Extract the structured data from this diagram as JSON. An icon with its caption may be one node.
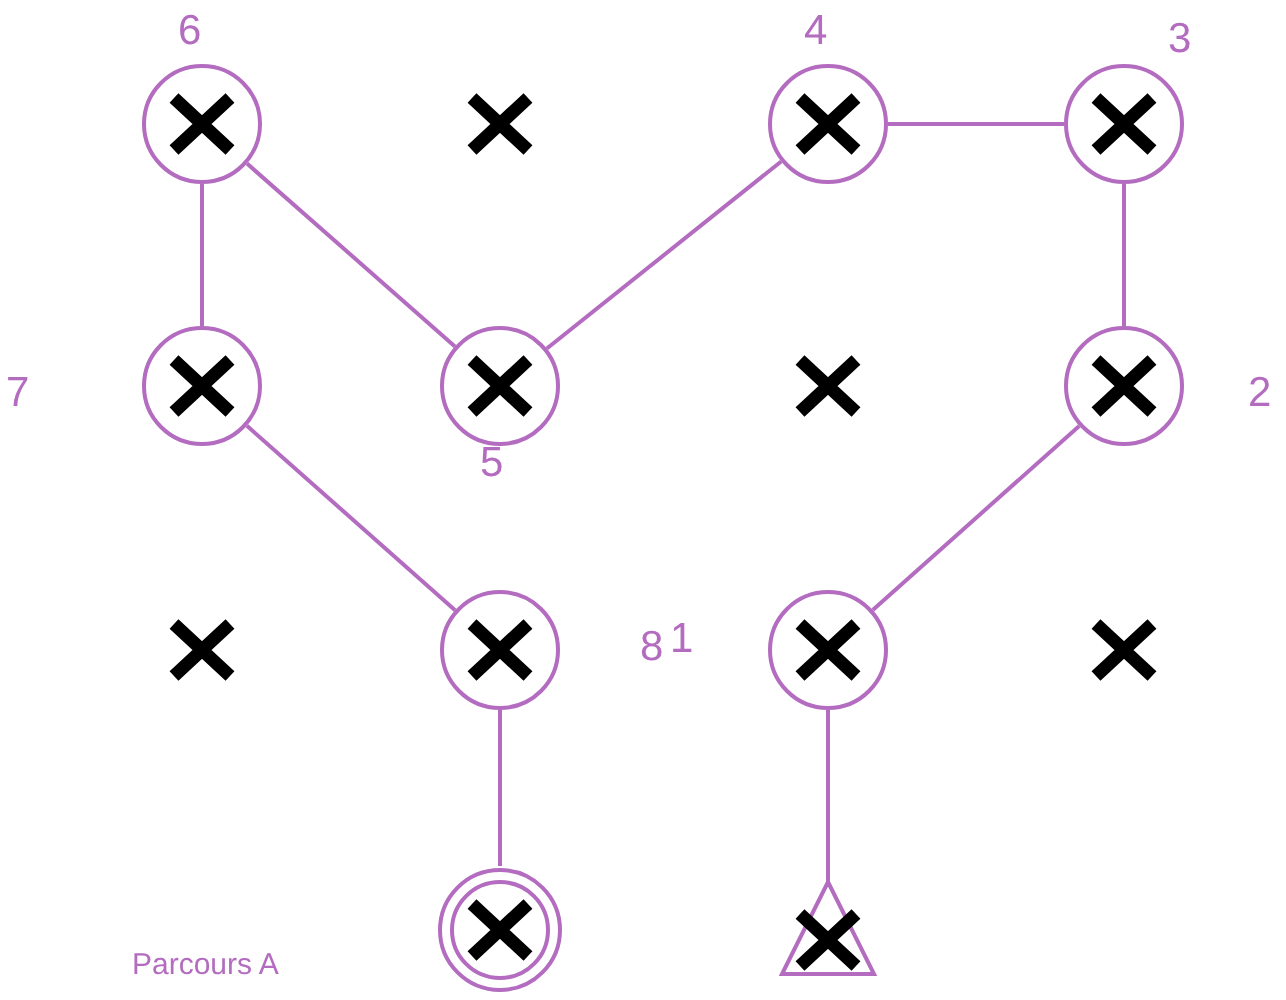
{
  "diagram": {
    "nodes": [
      {
        "text": [],
        "shape": "circle",
        "beside": [
          "6"
        ]
      },
      {
        "text": [],
        "shape": "cross"
      },
      {
        "text": [],
        "shape": "circle",
        "beside": [
          "4"
        ]
      },
      {
        "text": [],
        "shape": "circle",
        "beside": [
          "3"
        ]
      },
      {
        "text": [],
        "shape": "circle",
        "beside": [
          "7"
        ]
      },
      {
        "text": [],
        "shape": "circle",
        "beside": [
          "5"
        ]
      },
      {
        "text": [],
        "shape": "cross"
      },
      {
        "text": [],
        "shape": "circle",
        "beside": [
          "2"
        ]
      },
      {
        "text": [],
        "shape": "cross"
      },
      {
        "text": [],
        "shape": "circle",
        "beside": [
          "8"
        ]
      },
      {
        "text": [],
        "shape": "circle",
        "beside": [
          "1"
        ]
      },
      {
        "text": [],
        "shape": "cross"
      },
      {
        "text": [],
        "shape": "double-circle"
      },
      {
        "text": [],
        "shape": "triangle"
      }
    ],
    "edges": [
      {
        "from": 13,
        "to": 10,
        "arrow": "none"
      },
      {
        "from": 10,
        "to": 7,
        "arrow": "none"
      },
      {
        "from": 7,
        "to": 3,
        "arrow": "none"
      },
      {
        "from": 3,
        "to": 2,
        "arrow": "none"
      },
      {
        "from": 2,
        "to": 5,
        "arrow": "none"
      },
      {
        "from": 5,
        "to": 0,
        "arrow": "none"
      },
      {
        "from": 0,
        "to": 4,
        "arrow": "none"
      },
      {
        "from": 4,
        "to": 9,
        "arrow": "none"
      },
      {
        "from": 9,
        "to": 12,
        "arrow": "none"
      }
    ],
    "labels": [
      "Parcours A"
    ]
  }
}
